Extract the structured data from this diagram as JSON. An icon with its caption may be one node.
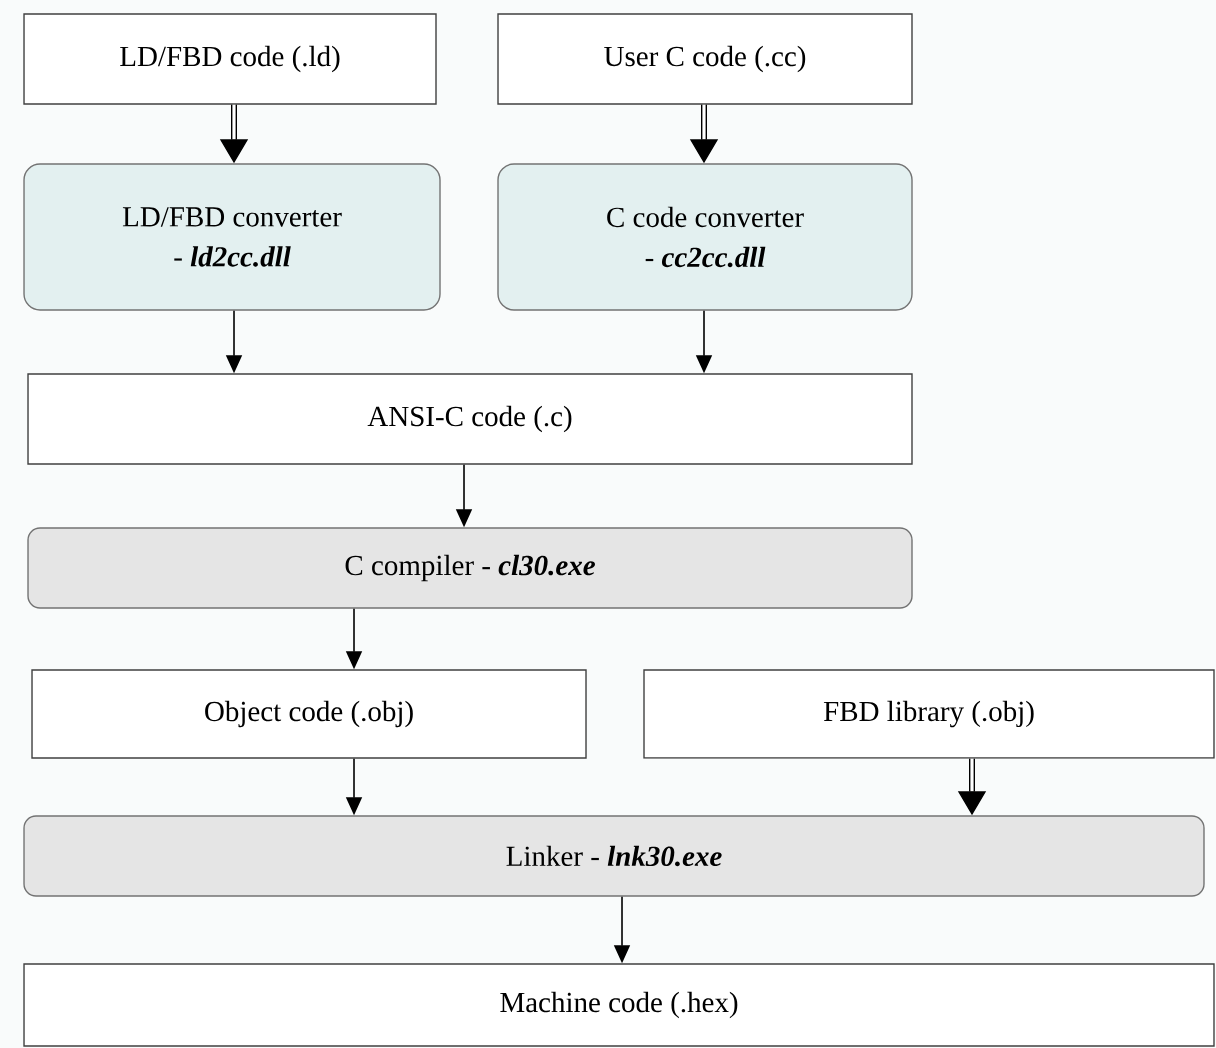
{
  "diagram": {
    "nodes": [
      {
        "text": [
          "LD/FBD code (.ld)"
        ]
      },
      {
        "text": [
          "User C code (.cc)"
        ]
      },
      {
        "text": [
          "LD/FBD converter",
          "- **ld2cc.dll**"
        ]
      },
      {
        "text": [
          "C code converter",
          "- **cc2cc.dll**"
        ]
      },
      {
        "text": [
          "ANSI-C code (.c)"
        ]
      },
      {
        "text": [
          "C compiler - **cl30.exe**"
        ]
      },
      {
        "text": [
          "Object code (.obj)"
        ]
      },
      {
        "text": [
          "FBD library (.obj)"
        ]
      },
      {
        "text": [
          "Linker - **lnk30.exe**"
        ]
      },
      {
        "text": [
          "Machine code (.hex)"
        ]
      }
    ],
    "edges": [
      {
        "from": 0,
        "to": 2,
        "arrow": "to",
        "style": "thick"
      },
      {
        "from": 1,
        "to": 3,
        "arrow": "to",
        "style": "thick"
      },
      {
        "from": 2,
        "to": 4,
        "arrow": "to"
      },
      {
        "from": 3,
        "to": 4,
        "arrow": "to"
      },
      {
        "from": 4,
        "to": 5,
        "arrow": "to"
      },
      {
        "from": 5,
        "to": 6,
        "arrow": "to"
      },
      {
        "from": 6,
        "to": 8,
        "arrow": "to"
      },
      {
        "from": 7,
        "to": 8,
        "arrow": "to",
        "style": "thick"
      },
      {
        "from": 8,
        "to": 9,
        "arrow": "to"
      }
    ]
  }
}
